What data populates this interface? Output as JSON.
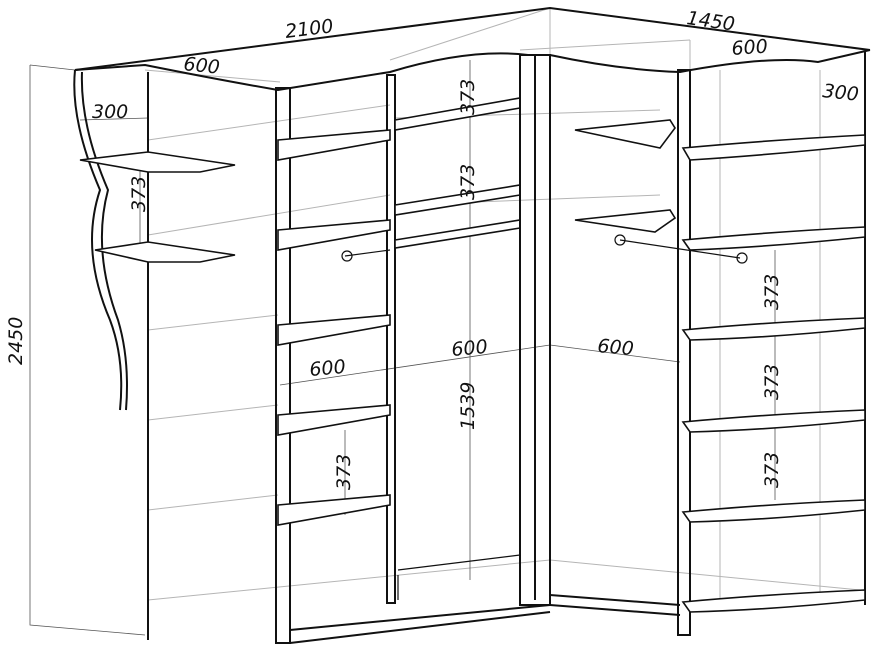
{
  "drawing": {
    "title": "Corner wardrobe dimension drawing",
    "dimensions": {
      "total_width_left": "2100",
      "total_width_right": "1450",
      "depth_top_left": "600",
      "depth_top_right": "600",
      "shelf_depth_left": "300",
      "shelf_depth_right": "300",
      "height_total": "2450",
      "shelf_spacing_left_end": "373",
      "shelf_spacing_middle_top": "373",
      "shelf_spacing_middle_second": "373",
      "shelf_spacing_left_module": "373",
      "depth_left_module": "600",
      "depth_middle": "600",
      "depth_right_corner": "600",
      "hanging_height": "1539",
      "shelf_spacing_right_1": "373",
      "shelf_spacing_right_2": "373",
      "shelf_spacing_right_3": "373"
    }
  }
}
